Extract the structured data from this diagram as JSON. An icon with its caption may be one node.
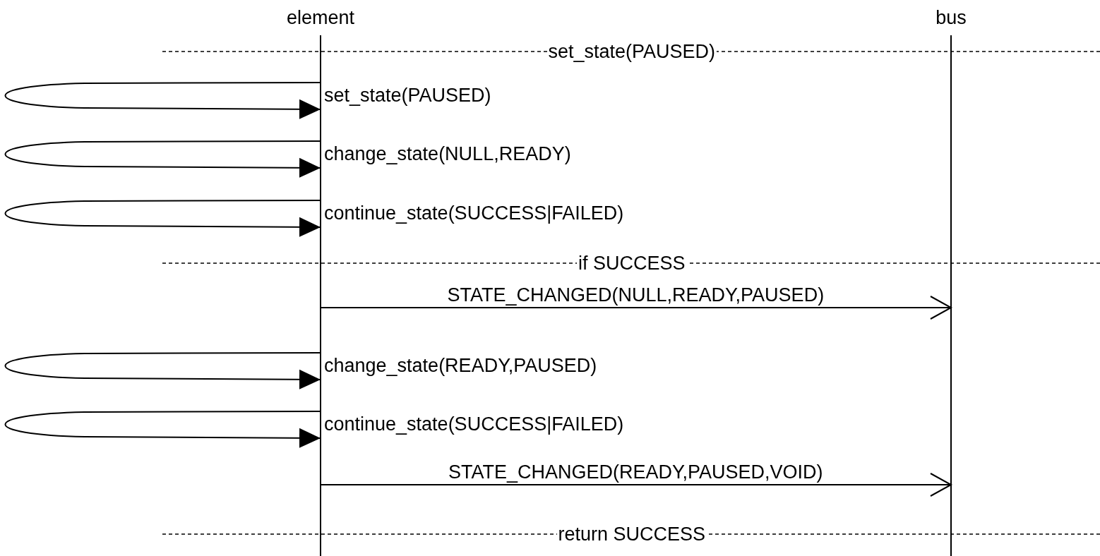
{
  "diagram": {
    "nodes": [
      {
        "text": [
          "element"
        ]
      },
      {
        "text": [
          "bus"
        ]
      }
    ],
    "edges": [
      {
        "from": 0,
        "to": 0,
        "arrow": "to",
        "label": "set_state(PAUSED)"
      },
      {
        "from": 0,
        "to": 0,
        "arrow": "to",
        "label": "change_state(NULL,READY)"
      },
      {
        "from": 0,
        "to": 0,
        "arrow": "to",
        "label": "continue_state(SUCCESS|FAILED)"
      },
      {
        "from": 0,
        "to": 1,
        "arrow": "to",
        "label": "STATE_CHANGED(NULL,READY,PAUSED)"
      },
      {
        "from": 0,
        "to": 0,
        "arrow": "to",
        "label": "change_state(READY,PAUSED)"
      },
      {
        "from": 0,
        "to": 0,
        "arrow": "to",
        "label": "continue_state(SUCCESS|FAILED)"
      },
      {
        "from": 0,
        "to": 1,
        "arrow": "to",
        "label": "STATE_CHANGED(READY,PAUSED,VOID)"
      }
    ],
    "labels": [
      "set_state(PAUSED)",
      "if SUCCESS",
      "return SUCCESS"
    ]
  }
}
